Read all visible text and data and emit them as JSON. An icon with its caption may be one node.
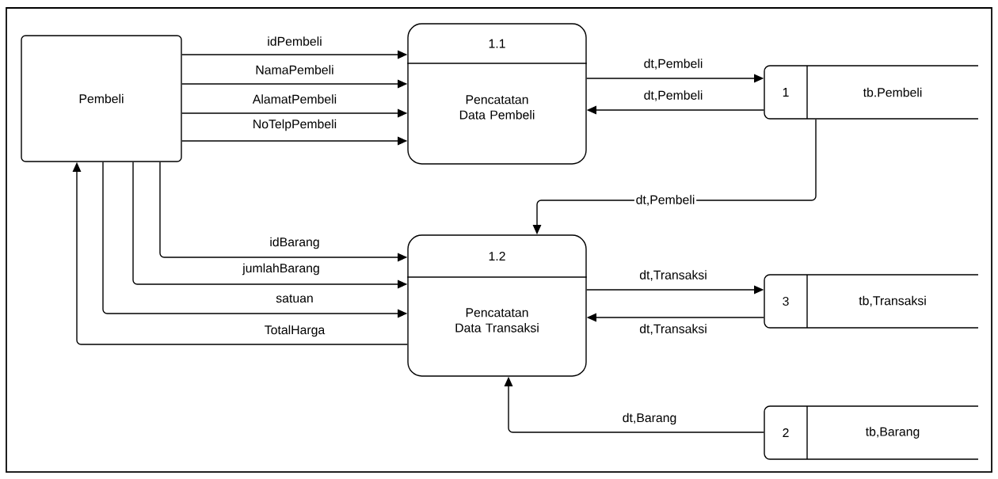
{
  "diagram": {
    "nodes": [
      {
        "text": [
          "Pembeli"
        ]
      },
      {
        "text": [
          "1.1",
          "Pencatatan Data Pembeli"
        ]
      },
      {
        "text": [
          "1",
          "tb.Pembeli"
        ]
      },
      {
        "text": [
          "1.2",
          "Pencatatan Data Transaksi"
        ]
      },
      {
        "text": [
          "3",
          "tb,Transaksi"
        ]
      },
      {
        "text": [
          "2",
          "tb,Barang"
        ]
      }
    ],
    "edges": [
      {
        "from": 0,
        "to": 1,
        "arrow": "to",
        "label": "idPembeli"
      },
      {
        "from": 0,
        "to": 1,
        "arrow": "to",
        "label": "NamaPembeli"
      },
      {
        "from": 0,
        "to": 1,
        "arrow": "to",
        "label": "AlamatPembeli"
      },
      {
        "from": 0,
        "to": 1,
        "arrow": "to",
        "label": "NoTelpPembeli"
      },
      {
        "from": 1,
        "to": 2,
        "arrow": "to",
        "label": "dt,Pembeli"
      },
      {
        "from": 2,
        "to": 1,
        "arrow": "to",
        "label": "dt,Pembeli"
      },
      {
        "from": 2,
        "to": 3,
        "arrow": "to",
        "label": "dt,Pembeli"
      },
      {
        "from": 0,
        "to": 3,
        "arrow": "to",
        "label": "idBarang"
      },
      {
        "from": 0,
        "to": 3,
        "arrow": "to",
        "label": "jumlahBarang"
      },
      {
        "from": 0,
        "to": 3,
        "arrow": "to",
        "label": "satuan"
      },
      {
        "from": 3,
        "to": 0,
        "arrow": "to",
        "label": "TotalHarga"
      },
      {
        "from": 3,
        "to": 4,
        "arrow": "to",
        "label": "dt,Transaksi"
      },
      {
        "from": 4,
        "to": 3,
        "arrow": "to",
        "label": "dt,Transaksi"
      },
      {
        "from": 5,
        "to": 3,
        "arrow": "to",
        "label": "dt,Barang"
      }
    ]
  }
}
